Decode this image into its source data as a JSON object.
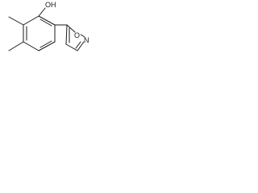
{
  "molecule": {
    "labels": {
      "hydroxyl": "OH",
      "ring_oxygen": "O",
      "ring_nitrogen": "N"
    },
    "bond_color": "#1a1a1a",
    "background_color": "#ffffff"
  }
}
